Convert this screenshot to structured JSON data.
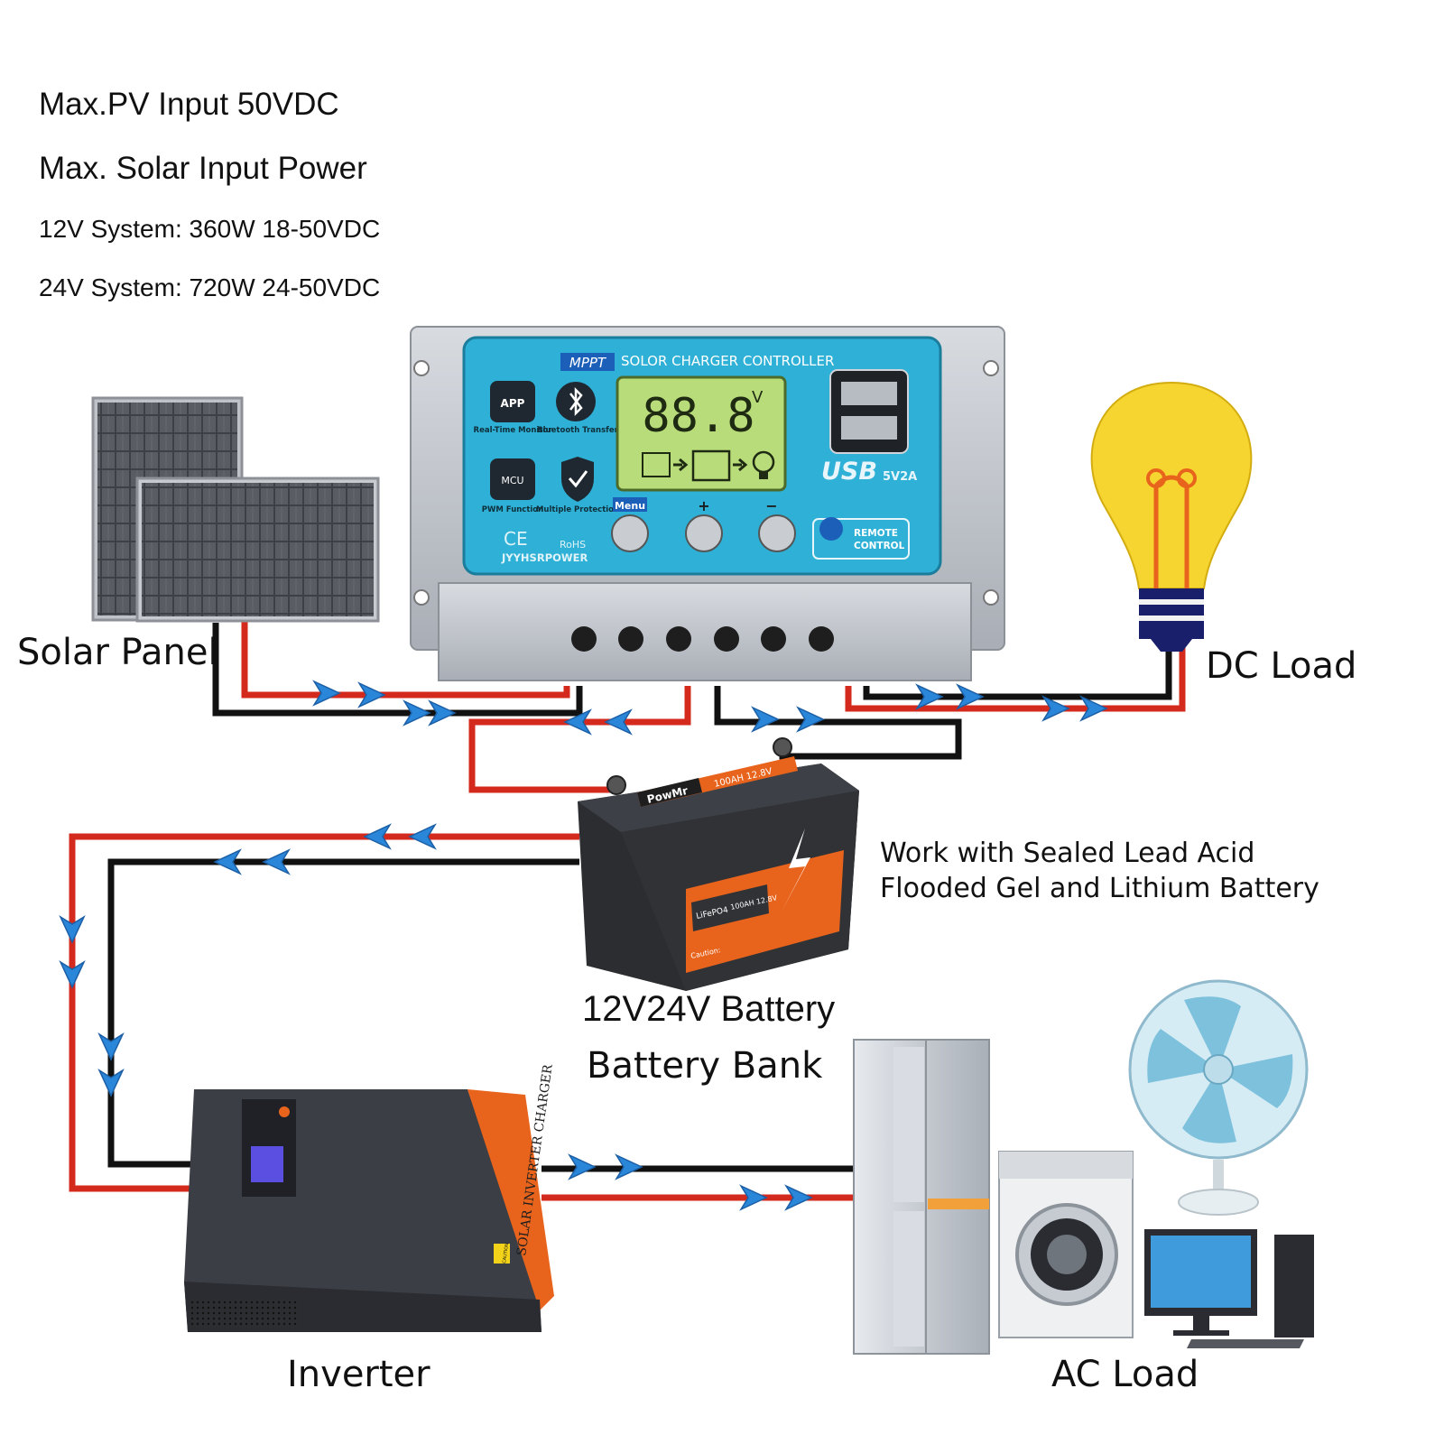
{
  "specs": {
    "pv_input": "Max.PV Input  50VDC",
    "solar_power": "Max. Solar Input Power",
    "sys12": "12V System: 360W 18-50VDC",
    "sys24": "24V System: 720W 24-50VDC"
  },
  "labels": {
    "solar_panel": "Solar Panel",
    "dc_load": "DC Load",
    "battery_line1": "12V24V Battery",
    "battery_line2": "Battery Bank",
    "battery_note_1": "Work with Sealed Lead Acid",
    "battery_note_2": "Flooded Gel and Lithium Battery",
    "inverter": "Inverter",
    "ac_load": "AC Load"
  },
  "controller": {
    "mppt_badge": "MPPT",
    "title": "SOLOR CHARGER CONTROLLER",
    "lcd_value": "88.8",
    "lcd_unit": "V",
    "features": [
      "Real-Time Monitor",
      "Bluetooth Transfer",
      "PWM Function",
      "Multiple Protection"
    ],
    "app_icon": "APP",
    "mcu_icon": "MCU",
    "brand": "JYYHSRPOWER",
    "ce_mark": "CE",
    "rohs_mark": "RoHS",
    "usb_label": "USB",
    "usb_rating": "5V2A",
    "remote_line1": "REMOTE",
    "remote_line2": "CONTROL",
    "buttons": [
      "Menu",
      "+",
      "−"
    ]
  },
  "battery": {
    "brand": "PowMr",
    "top_rating": "100AH 12.8V",
    "chemistry": "LiFePO4",
    "face_rating": "100AH 12.8V",
    "caution": "Caution:"
  },
  "inverter_device": {
    "side_label": "SOLAR INVERTER CHARGER",
    "caution": "CAUTION"
  },
  "colors": {
    "wire_red": "#d42a1e",
    "wire_black": "#111111",
    "flow_arrow": "#2a86d8",
    "controller_panel": "#2fb0d6",
    "battery_orange": "#e8641c",
    "bulb_yellow": "#f6d530"
  }
}
